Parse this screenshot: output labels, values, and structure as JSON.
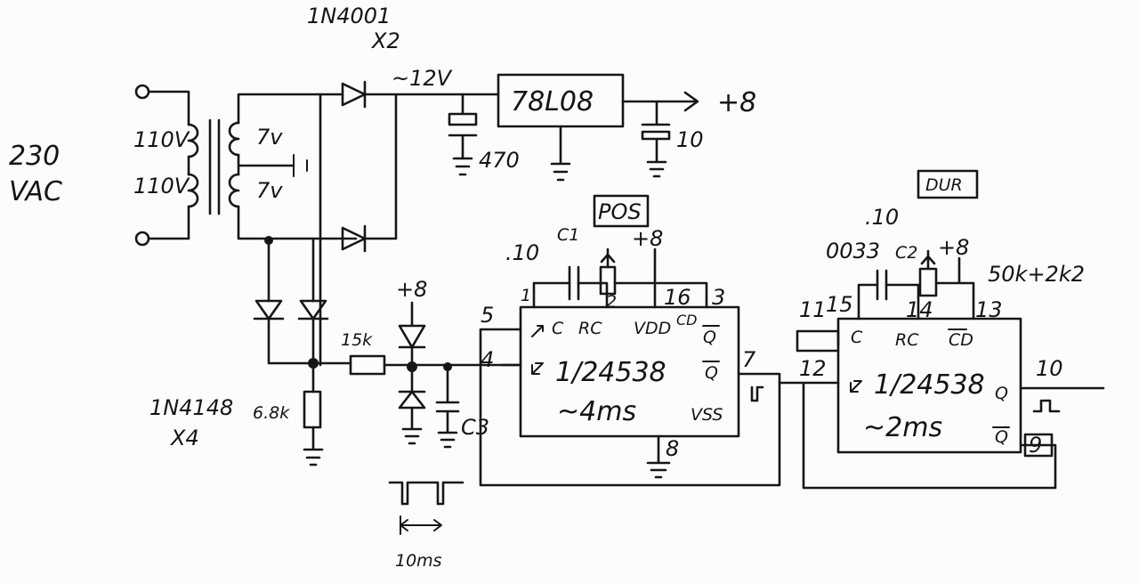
{
  "mains": {
    "voltage": "230",
    "unit": "VAC"
  },
  "transformer": {
    "primary_top": "110V",
    "primary_bottom": "110V",
    "secondary_top": "7v",
    "secondary_bottom": "7v"
  },
  "rectifier": {
    "part": "1N4001",
    "qty": "X2",
    "dc_out": "~12V"
  },
  "regulator": {
    "part": "78L08",
    "output": "+8"
  },
  "caps": {
    "input_cap": "470",
    "output_cap": "10",
    "c1_value": ".10",
    "c1_label": "C1",
    "c2_value": ".10",
    "c2_crossed": "0033",
    "c2_label": "C2",
    "c3_label": "C3"
  },
  "detector": {
    "diode_part": "1N4148",
    "diode_qty": "X4",
    "pulldown": "6.8k",
    "series_r": "15k",
    "clamp_supply": "+8"
  },
  "waveform": {
    "period": "10ms"
  },
  "ic1": {
    "tag": "POS",
    "name": "1/24538",
    "delay": "~4ms",
    "vss": "VSS",
    "supply": "+8",
    "pins": {
      "c": "1",
      "rc": "2",
      "vdd": "16",
      "cd": "3",
      "a": "5",
      "b": "4",
      "qn": "7",
      "gnd": "8"
    },
    "labels": {
      "c": "C",
      "rc": "RC",
      "vdd": "VDD",
      "cd": "CD",
      "q": "Q",
      "qbar": "Q"
    }
  },
  "ic2": {
    "tag": "DUR",
    "name": "1/24538",
    "delay": "~2ms",
    "supply": "+8",
    "pot": "50k+2k2",
    "pins": {
      "a": "11",
      "c": "15",
      "rc": "14",
      "cd": "13",
      "b": "12",
      "q": "10",
      "qn": "9"
    },
    "labels": {
      "c": "C",
      "rc": "RC",
      "cd": "CD",
      "q": "Q",
      "qbar": "Q"
    }
  }
}
